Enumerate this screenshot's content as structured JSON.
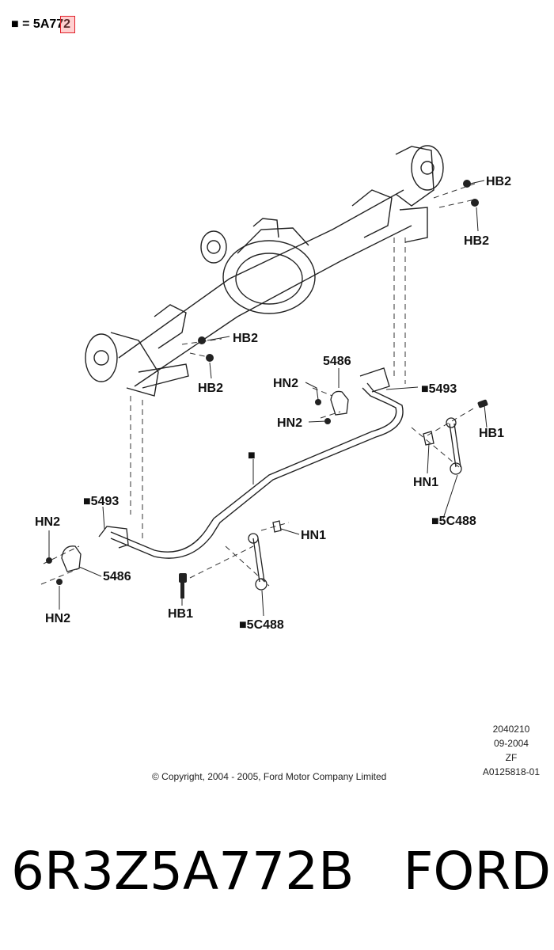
{
  "legend": {
    "marker": "■",
    "text": "= 5A772"
  },
  "labels": {
    "hb2_a": "HB2",
    "hb2_b": "HB2",
    "hb2_c": "HB2",
    "hb2_d": "HB2",
    "hn2_a": "HN2",
    "hn2_b": "HN2",
    "hn2_c": "HN2",
    "hn2_d": "HN2",
    "p5486_a": "5486",
    "p5486_b": "5486",
    "p5493_a": "■5493",
    "p5493_b": "■5493",
    "hb1_a": "HB1",
    "hb1_b": "HB1",
    "hn1_a": "HN1",
    "hn1_b": "HN1",
    "p5c488_a": "■5C488",
    "p5c488_b": "■5C488",
    "bar_marker": "■"
  },
  "meta": {
    "line1": "2040210",
    "line2": "09-2004",
    "line3": "ZF",
    "line4": "A0125818-01"
  },
  "copyright": "© Copyright, 2004 - 2005, Ford Motor Company Limited",
  "footer": {
    "part_number": "6R3Z5A772B",
    "brand": "FORD"
  }
}
